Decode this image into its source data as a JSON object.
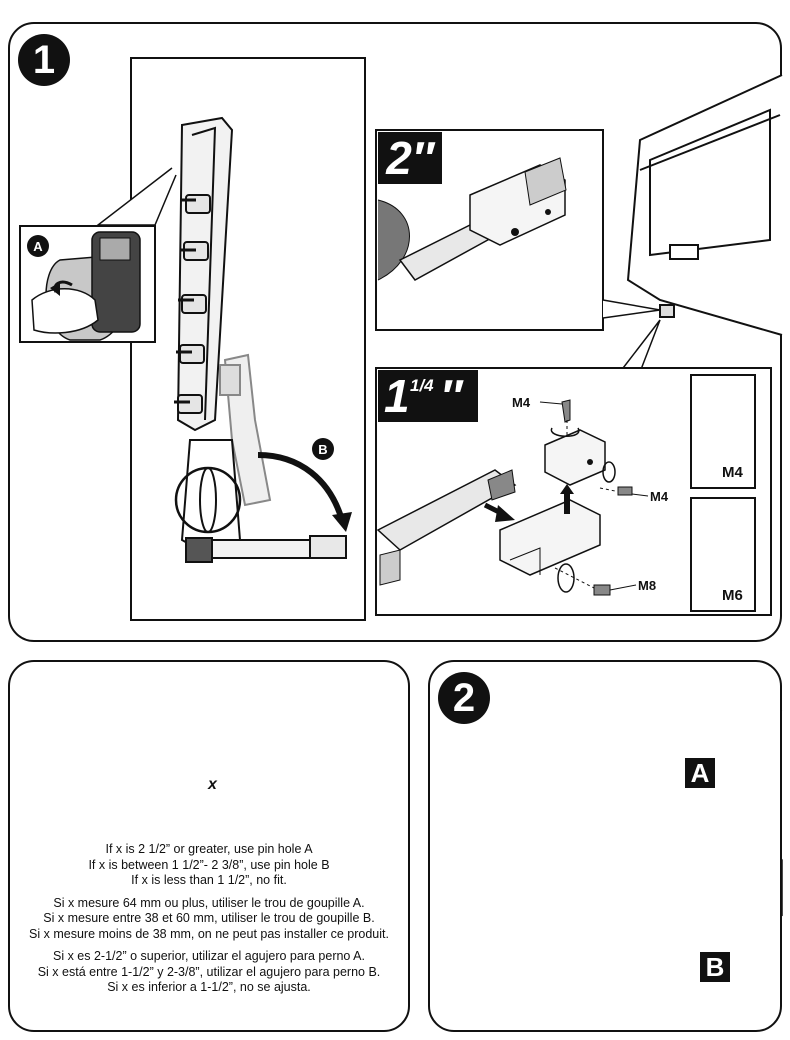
{
  "step1": {
    "number": "1",
    "callout_a": "A",
    "callout_b": "B",
    "hitch_2in": {
      "label": "2″"
    },
    "hitch_114": {
      "label_main": "1",
      "label_frac": "1/4",
      "label_mark": "″",
      "parts": {
        "m4_top": "M4",
        "m4_side": "M4",
        "m8": "M8"
      }
    },
    "hex_keys": [
      {
        "label": "M4"
      },
      {
        "label": "M6"
      }
    ]
  },
  "warning": {
    "dimension_label": "x",
    "instructions_en": [
      "If x is 2 1/2” or greater, use pin hole A",
      "If x is between 1 1/2”- 2 3/8”, use pin hole B",
      "If x is less than 1 1/2”, no fit."
    ],
    "instructions_fr": [
      "Si x mesure 64 mm ou plus, utiliser le trou de goupille A.",
      "Si x mesure entre 38 et 60 mm, utiliser le trou de goupille B.",
      "Si x mesure moins de 38 mm, on ne peut pas installer ce produit."
    ],
    "instructions_es": [
      "Si x es 2-1/2” o superior, utilizar el agujero para perno  A.",
      "Si x está entre 1-1/2” y 2-3/8”, utilizar el agujero para perno B.",
      "Si x es inferior a 1-1/2”, no se ajusta."
    ]
  },
  "step2": {
    "number": "2",
    "pin_a": "A",
    "pin_b": "B"
  }
}
